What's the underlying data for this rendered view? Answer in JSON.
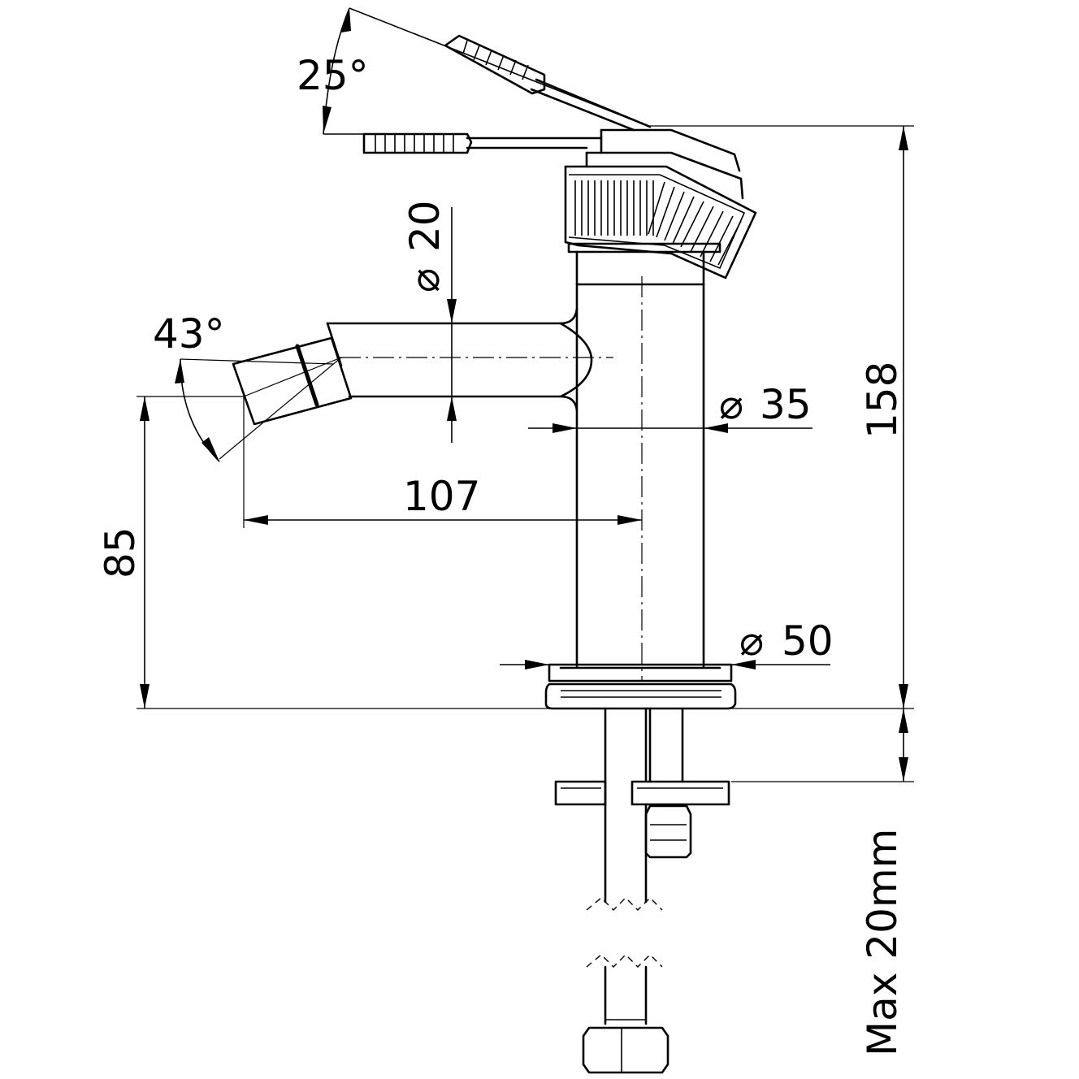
{
  "dimensions": {
    "lever_angle": "25°",
    "spout_diameter": "20",
    "spout_diameter_symbol": "⌀",
    "spray_angle": "43°",
    "body_diameter": "35",
    "body_diameter_symbol": "⌀",
    "total_height": "158",
    "spout_reach": "107",
    "spout_height": "85",
    "base_diameter": "50",
    "base_diameter_symbol": "⌀",
    "max_thickness": "Max 20mm"
  }
}
